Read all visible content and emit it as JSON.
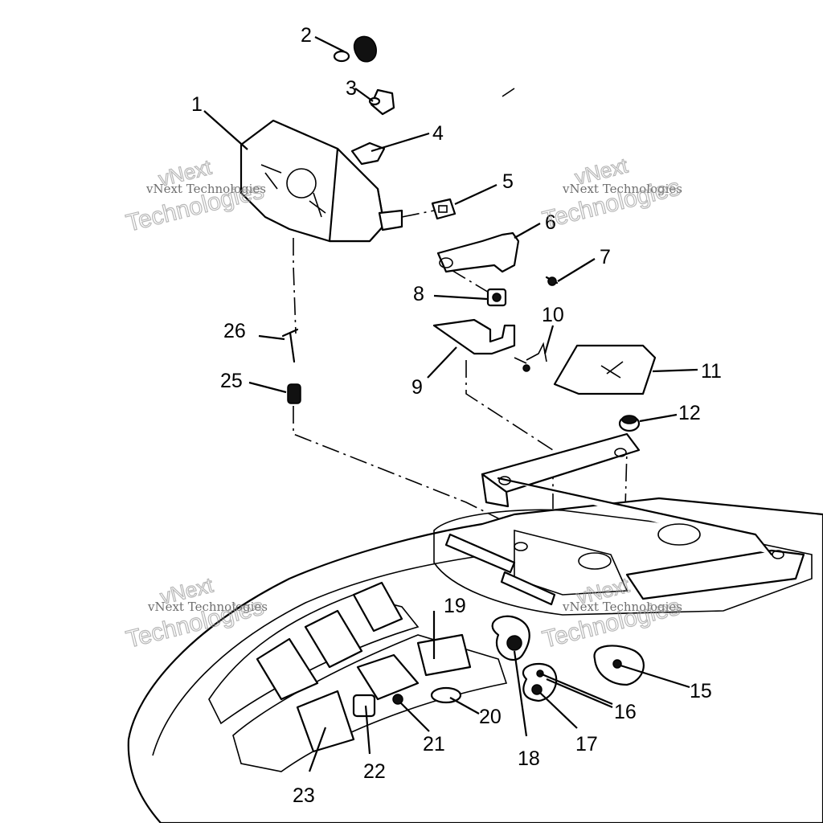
{
  "diagram": {
    "callouts": [
      "1",
      "2",
      "3",
      "4",
      "5",
      "6",
      "7",
      "8",
      "9",
      "10",
      "11",
      "12",
      "15",
      "16",
      "17",
      "18",
      "19",
      "20",
      "21",
      "22",
      "23",
      "25",
      "26"
    ],
    "watermark": {
      "brand": "vNext",
      "line_small": "vNext Technologies",
      "line_big": "Technologies"
    }
  }
}
